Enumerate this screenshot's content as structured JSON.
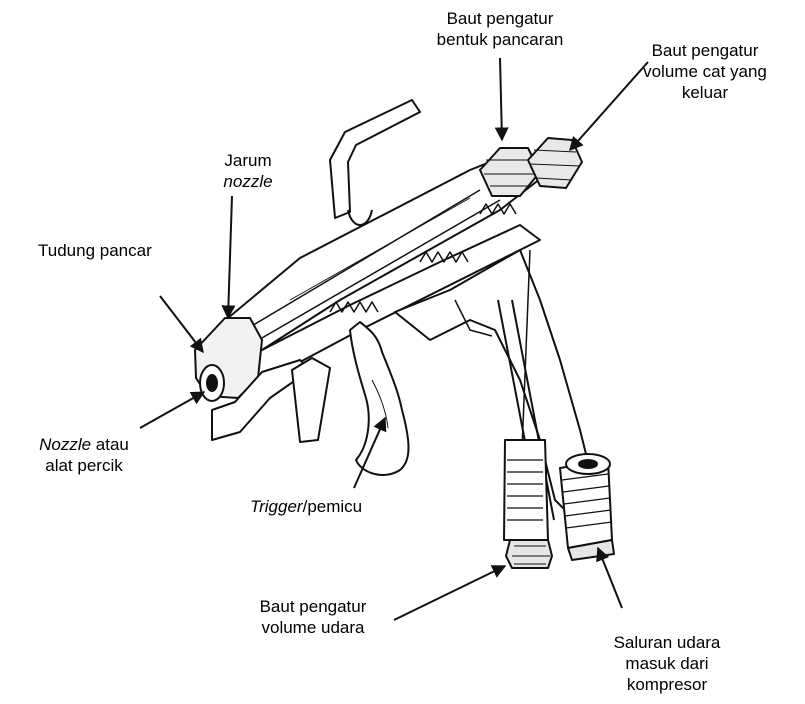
{
  "labels": {
    "baut_bentuk": {
      "line1": "Baut pengatur",
      "line2": "bentuk pancaran"
    },
    "baut_volume_cat": {
      "line1": "Baut pengatur",
      "line2": "volume cat yang",
      "line3": "keluar"
    },
    "jarum": {
      "line1": "Jarum",
      "line2": "nozzle"
    },
    "tudung": {
      "line1": "Tudung pancar"
    },
    "nozzle": {
      "italic": "Nozzle",
      "rest": " atau",
      "line2": "alat percik"
    },
    "trigger": {
      "italic": "Trigger",
      "rest": "/pemicu"
    },
    "baut_udara": {
      "line1": "Baut pengatur",
      "line2": "volume udara"
    },
    "saluran": {
      "line1": "Saluran udara",
      "line2": "masuk dari",
      "line3": "kompresor"
    }
  },
  "colors": {
    "ink": "#111111",
    "paper": "#ffffff",
    "shade": "#cfcfcf"
  }
}
